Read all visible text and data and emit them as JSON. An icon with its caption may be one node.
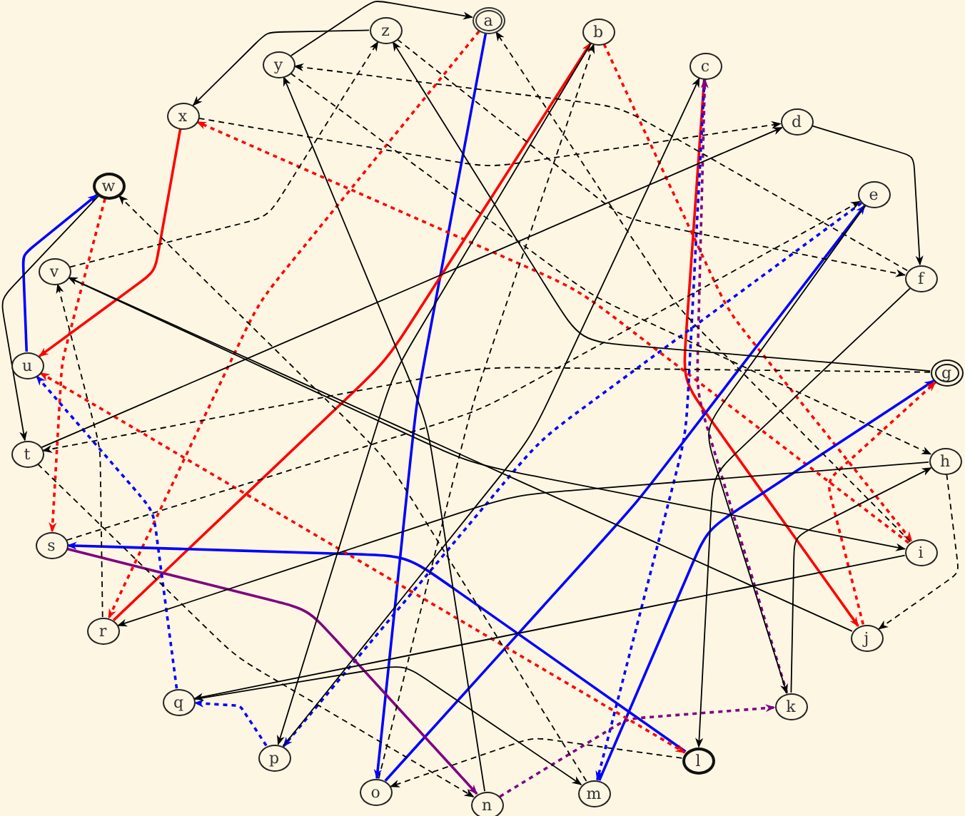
{
  "diagram": {
    "nodes": [
      {
        "text": [
          "a"
        ]
      },
      {
        "text": [
          "b"
        ]
      },
      {
        "text": [
          "c"
        ]
      },
      {
        "text": [
          "d"
        ]
      },
      {
        "text": [
          "e"
        ]
      },
      {
        "text": [
          "f"
        ]
      },
      {
        "text": [
          "g"
        ]
      },
      {
        "text": [
          "h"
        ]
      },
      {
        "text": [
          "i"
        ]
      },
      {
        "text": [
          "j"
        ]
      },
      {
        "text": [
          "k"
        ]
      },
      {
        "text": [
          "l"
        ]
      },
      {
        "text": [
          "m"
        ]
      },
      {
        "text": [
          "n"
        ]
      },
      {
        "text": [
          "o"
        ]
      },
      {
        "text": [
          "p"
        ]
      },
      {
        "text": [
          "q"
        ]
      },
      {
        "text": [
          "r"
        ]
      },
      {
        "text": [
          "s"
        ]
      },
      {
        "text": [
          "t"
        ]
      },
      {
        "text": [
          "u"
        ]
      },
      {
        "text": [
          "v"
        ]
      },
      {
        "text": [
          "w"
        ]
      },
      {
        "text": [
          "x"
        ]
      },
      {
        "text": [
          "y"
        ]
      },
      {
        "text": [
          "z"
        ]
      }
    ],
    "edges": [
      {
        "from": 20,
        "to": 22,
        "arrow": "to",
        "color": "#0000ff"
      },
      {
        "from": 23,
        "to": 20,
        "arrow": "to",
        "color": "#ff0000"
      },
      {
        "from": 0,
        "to": 14,
        "arrow": "to",
        "color": "#0000ff"
      },
      {
        "from": 17,
        "to": 1,
        "arrow": "to",
        "color": "#ff0000"
      },
      {
        "from": 0,
        "to": 17,
        "arrow": "to",
        "style": "dashed",
        "color": "#ff0000"
      },
      {
        "from": 1,
        "to": 8,
        "arrow": "to",
        "style": "dashed",
        "color": "#ff0000"
      },
      {
        "from": 8,
        "to": 23,
        "arrow": "to",
        "style": "dashed",
        "color": "#ff0000"
      },
      {
        "from": 2,
        "to": 9,
        "arrow": "to",
        "color": "#ff0000"
      },
      {
        "from": 2,
        "to": 12,
        "arrow": "to",
        "style": "dashed",
        "color": "#0000ff"
      },
      {
        "from": 12,
        "to": 6,
        "arrow": "to",
        "color": "#0000ff"
      },
      {
        "from": 4,
        "to": 15,
        "arrow": "to",
        "style": "dashed",
        "color": "#0000ff"
      },
      {
        "from": 14,
        "to": 4,
        "arrow": "to",
        "color": "#0000ff"
      },
      {
        "from": 11,
        "to": 18,
        "arrow": "to",
        "color": "#0000ff"
      },
      {
        "from": 18,
        "to": 13,
        "arrow": "to",
        "color": "#800080"
      },
      {
        "from": 13,
        "to": 10,
        "arrow": "to",
        "style": "dashed",
        "color": "#800080"
      },
      {
        "from": 10,
        "to": 2,
        "arrow": "to",
        "style": "dashed",
        "color": "#800080"
      },
      {
        "from": 16,
        "to": 20,
        "arrow": "to",
        "style": "dashed",
        "color": "#0000ff"
      },
      {
        "from": 15,
        "to": 16,
        "arrow": "to",
        "style": "dashed",
        "color": "#0000ff"
      },
      {
        "from": 22,
        "to": 18,
        "arrow": "to",
        "style": "dashed",
        "color": "#ff0000"
      },
      {
        "from": 9,
        "to": 6,
        "arrow": "to",
        "style": "dashed",
        "color": "#ff0000"
      },
      {
        "from": 20,
        "to": 11,
        "arrow": "both",
        "style": "dashed",
        "color": "#ff0000"
      },
      {
        "from": 24,
        "to": 0,
        "arrow": "to"
      },
      {
        "from": 25,
        "to": 23,
        "arrow": "to"
      },
      {
        "from": 13,
        "to": 24,
        "arrow": "to"
      },
      {
        "from": 6,
        "to": 25,
        "arrow": "to"
      },
      {
        "from": 1,
        "to": 15,
        "arrow": "to"
      },
      {
        "from": 15,
        "to": 2,
        "arrow": "to"
      },
      {
        "from": 3,
        "to": 5,
        "arrow": "to"
      },
      {
        "from": 5,
        "to": 11,
        "arrow": "to"
      },
      {
        "from": 4,
        "to": 10,
        "arrow": "to"
      },
      {
        "from": 10,
        "to": 7,
        "arrow": "to"
      },
      {
        "from": 8,
        "to": 16,
        "arrow": "to"
      },
      {
        "from": 7,
        "to": 17,
        "arrow": "to"
      },
      {
        "from": 9,
        "to": 21,
        "arrow": "to"
      },
      {
        "from": 21,
        "to": 8,
        "arrow": "to"
      },
      {
        "from": 22,
        "to": 19,
        "arrow": "to"
      },
      {
        "from": 19,
        "to": 3,
        "arrow": "to"
      },
      {
        "from": 16,
        "to": 12,
        "arrow": "to"
      },
      {
        "from": 21,
        "to": 25,
        "arrow": "to",
        "style": "dashed"
      },
      {
        "from": 25,
        "to": 5,
        "arrow": "to",
        "style": "dashed"
      },
      {
        "from": 23,
        "to": 3,
        "arrow": "to",
        "style": "dashed"
      },
      {
        "from": 5,
        "to": 24,
        "arrow": "to",
        "style": "dashed"
      },
      {
        "from": 24,
        "to": 7,
        "arrow": "to",
        "style": "dashed"
      },
      {
        "from": 8,
        "to": 0,
        "arrow": "to",
        "style": "dashed"
      },
      {
        "from": 12,
        "to": 22,
        "arrow": "to",
        "style": "dashed"
      },
      {
        "from": 17,
        "to": 21,
        "arrow": "to",
        "style": "dashed"
      },
      {
        "from": 14,
        "to": 1,
        "arrow": "to",
        "style": "dashed"
      },
      {
        "from": 11,
        "to": 14,
        "arrow": "to",
        "style": "dashed"
      },
      {
        "from": 6,
        "to": 19,
        "arrow": "to",
        "style": "dashed"
      },
      {
        "from": 18,
        "to": 4,
        "arrow": "to",
        "style": "dashed"
      },
      {
        "from": 19,
        "to": 13,
        "arrow": "to",
        "style": "dashed"
      },
      {
        "from": 7,
        "to": 9,
        "arrow": "to",
        "style": "dashed"
      }
    ]
  }
}
